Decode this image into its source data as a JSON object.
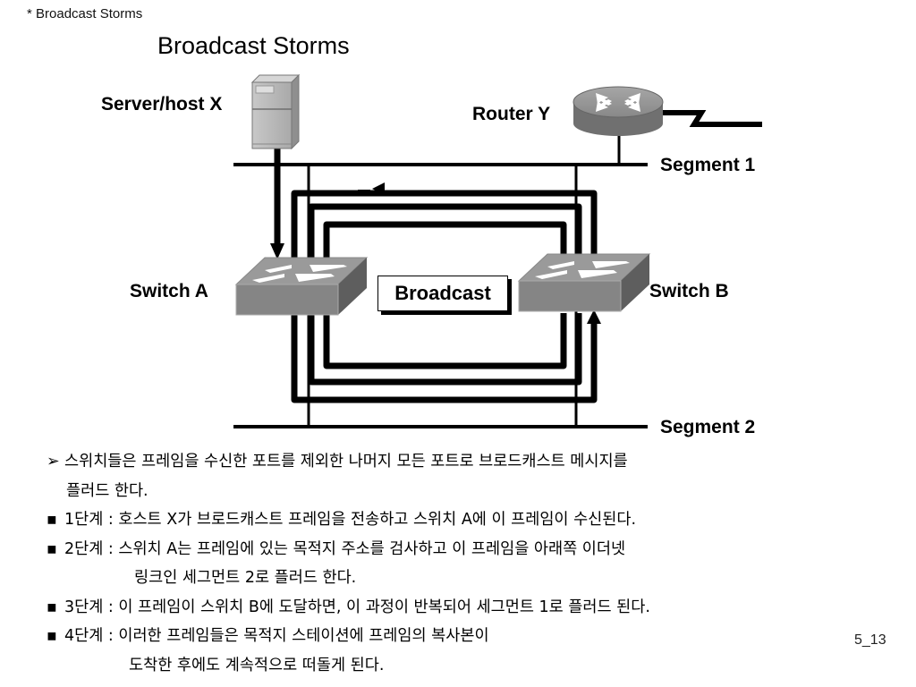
{
  "header_note": "* Broadcast Storms",
  "title": "Broadcast Storms",
  "diagram": {
    "labels": {
      "server": "Server/host X",
      "router": "Router Y",
      "segment1": "Segment 1",
      "segment2": "Segment 2",
      "switch_a": "Switch A",
      "switch_b": "Switch B",
      "broadcast": "Broadcast"
    },
    "icons": [
      "server-icon",
      "router-icon",
      "switch-icon",
      "switch-icon"
    ],
    "colors": {
      "device_gray": "#8a8a8a",
      "line": "#000000"
    }
  },
  "body": {
    "intro_bullet": "➢",
    "intro_line1": "스위치들은 프레임을 수신한 포트를 제외한 나머지 모든 포트로 브로드캐스트 메시지를",
    "intro_line2": "플러드 한다.",
    "steps": [
      {
        "bullet": "▪",
        "text": "1단계 : 호스트 X가 브로드캐스트 프레임을 전송하고 스위치 A에 이 프레임이 수신된다."
      },
      {
        "bullet": "▪",
        "text": "2단계 : 스위치 A는 프레임에 있는 목적지 주소를 검사하고 이 프레임을 아래쪽 이더넷",
        "cont": "링크인 세그먼트 2로 플러드 한다."
      },
      {
        "bullet": "▪",
        "text": "3단계 : 이 프레임이 스위치 B에 도달하면, 이 과정이 반복되어 세그먼트 1로 플러드 된다."
      },
      {
        "bullet": "▪",
        "text": "4단계 : 이러한 프레임들은 목적지 스테이션에 프레임의 복사본이",
        "cont": "도착한 후에도 계속적으로 떠돌게 된다."
      }
    ]
  },
  "page_number": "5_13"
}
